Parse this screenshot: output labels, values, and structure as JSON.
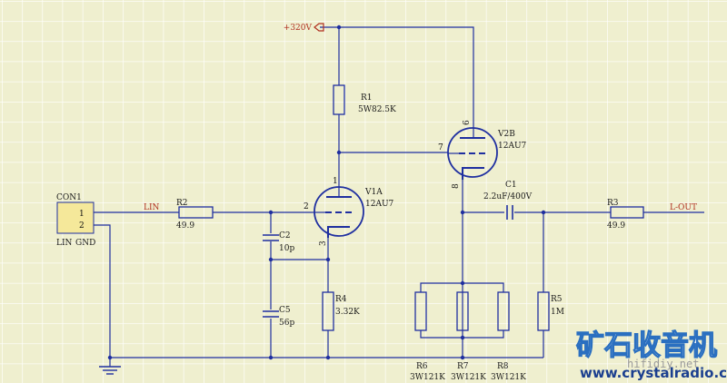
{
  "supply": {
    "label": "+320V"
  },
  "connector": {
    "ref": "CON1",
    "pin1": "1",
    "pin2": "2",
    "pin1_label": "LIN",
    "pin2_label": "GND"
  },
  "nets": {
    "input": "LIN",
    "output": "L-OUT"
  },
  "resistors": {
    "R1": {
      "ref": "R1",
      "value": "5W82.5K"
    },
    "R2": {
      "ref": "R2",
      "value": "49.9"
    },
    "R3": {
      "ref": "R3",
      "value": "49.9"
    },
    "R4": {
      "ref": "R4",
      "value": "3.32K"
    },
    "R5": {
      "ref": "R5",
      "value": "1M"
    },
    "R6": {
      "ref": "R6",
      "value": "3W121K"
    },
    "R7": {
      "ref": "R7",
      "value": "3W121K"
    },
    "R8": {
      "ref": "R8",
      "value": "3W121K"
    }
  },
  "capacitors": {
    "C1": {
      "ref": "C1",
      "value": "2.2uF/400V"
    },
    "C2": {
      "ref": "C2",
      "value": "10p"
    },
    "C5": {
      "ref": "C5",
      "value": "56p"
    }
  },
  "tubes": {
    "V1A": {
      "ref": "V1A",
      "type": "12AU7",
      "pin_plate": "1",
      "pin_grid": "2",
      "pin_cathode": "3"
    },
    "V2B": {
      "ref": "V2B",
      "type": "12AU7",
      "pin_plate": "6",
      "pin_grid": "7",
      "pin_cathode": "8"
    }
  },
  "watermark": {
    "brand": "矿石收音机",
    "url": "www.crystalradio.cn",
    "site": "hifidiy.net"
  },
  "colors": {
    "background": "#efefcf",
    "grid": "#ffffff",
    "wire": "#1f2fa0",
    "component": "#1f2fa0",
    "net_label": "#b03020",
    "connector_fill": "#f5e89a"
  }
}
